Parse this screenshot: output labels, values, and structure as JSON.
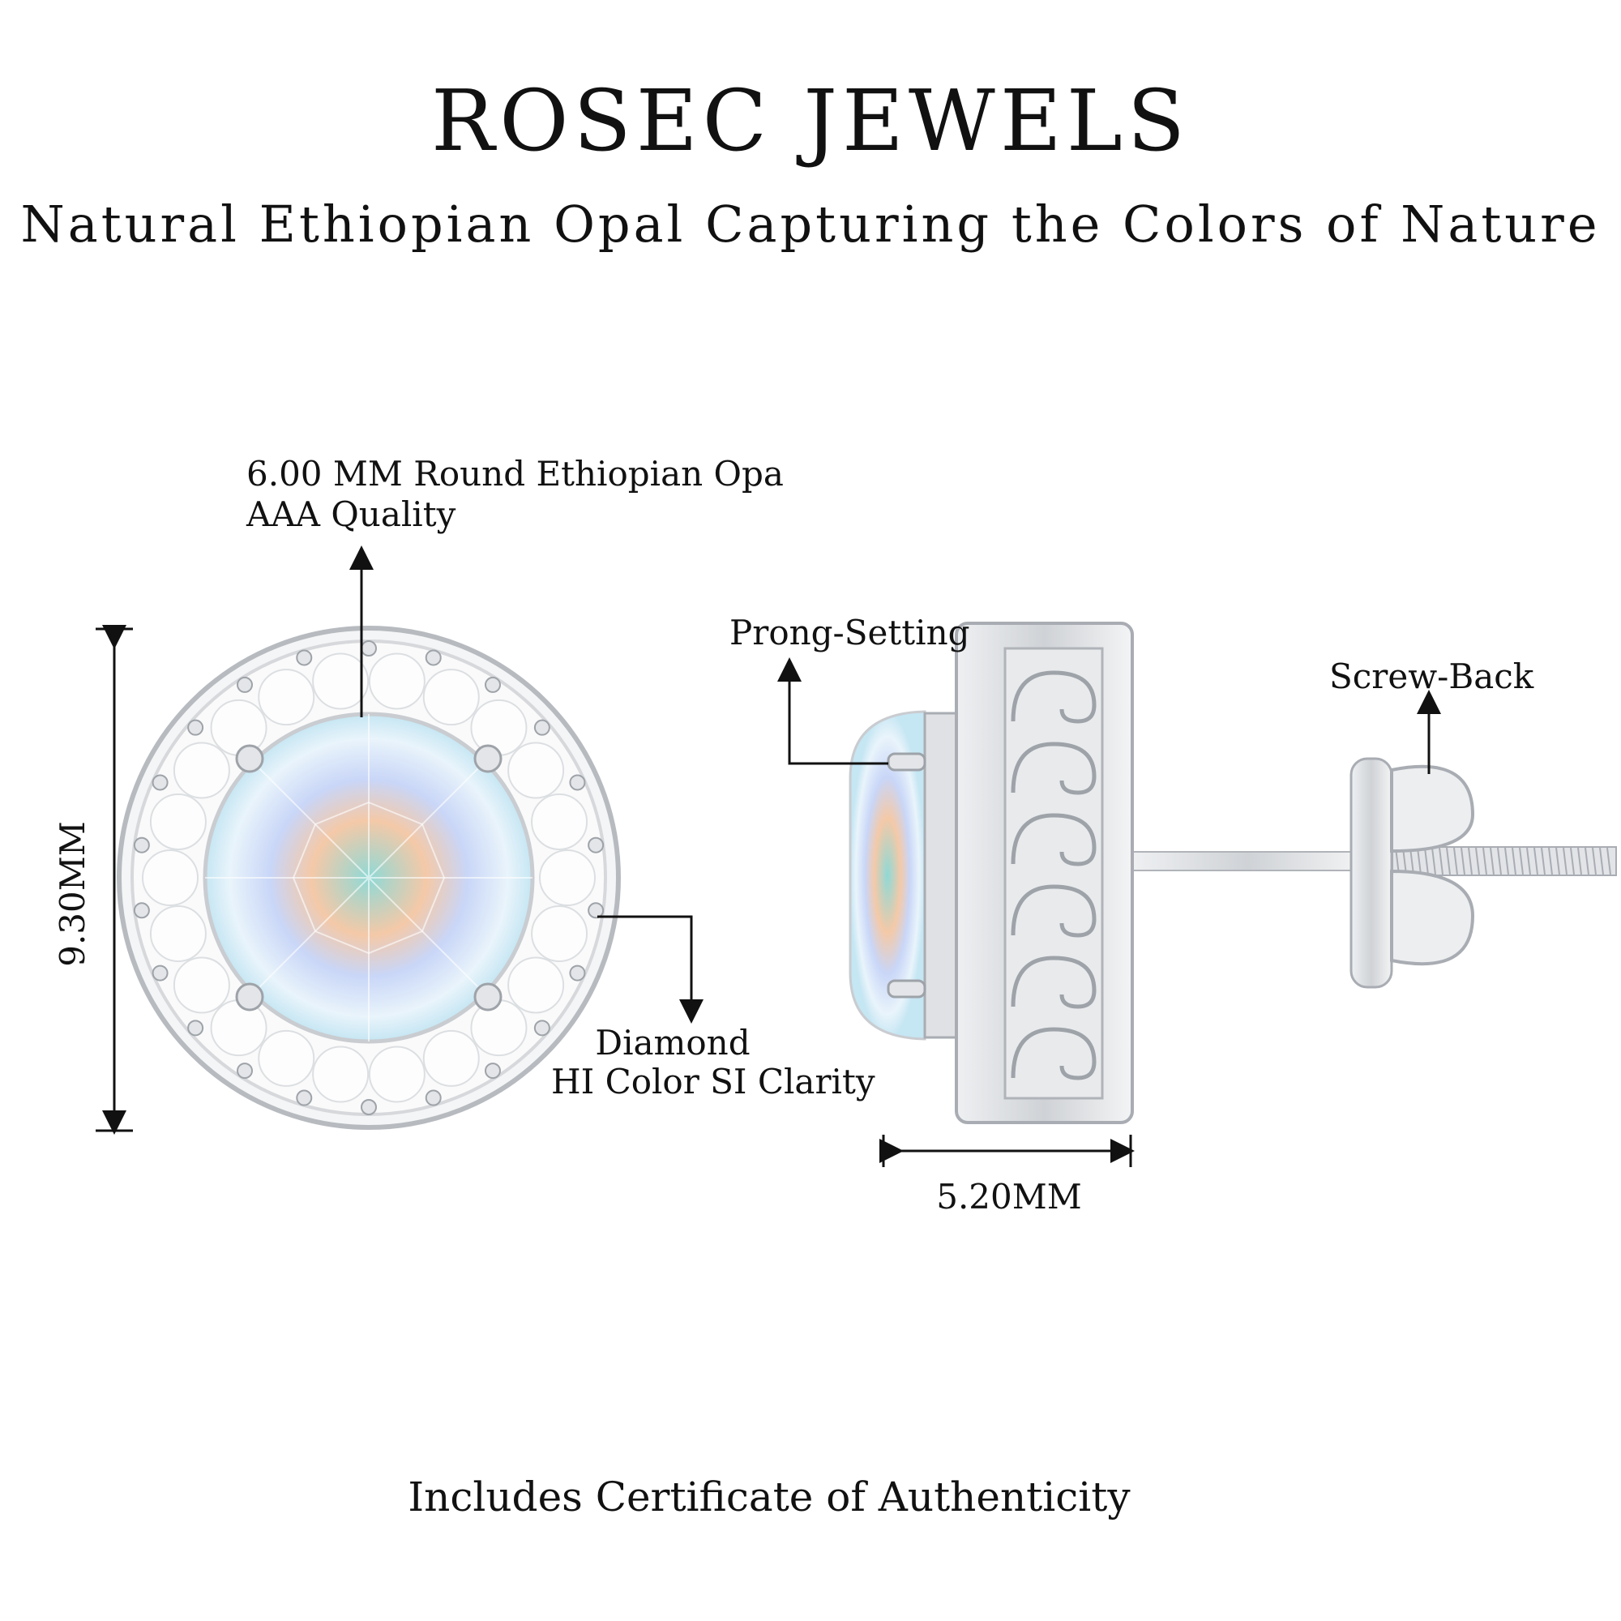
{
  "header": {
    "brand": "ROSEC JEWELS",
    "tagline": "Natural Ethiopian Opal Capturing the Colors of Nature"
  },
  "annotations": {
    "center_stone_line1": "6.00 MM Round Ethiopian Opa",
    "center_stone_line2": "AAA Quality",
    "diamond_line1": "Diamond",
    "diamond_line2": "HI Color SI Clarity",
    "height_dimension": "9.30MM",
    "depth_dimension": "5.20MM",
    "prong_setting": "Prong-Setting",
    "screw_back": "Screw-Back"
  },
  "footer": {
    "certificate": "Includes Certificate of Authenticity"
  },
  "colors": {
    "metal": "#d9dbdf",
    "metal_dark": "#a9adb3",
    "opal": "#bfe6ee",
    "text": "#111111"
  }
}
